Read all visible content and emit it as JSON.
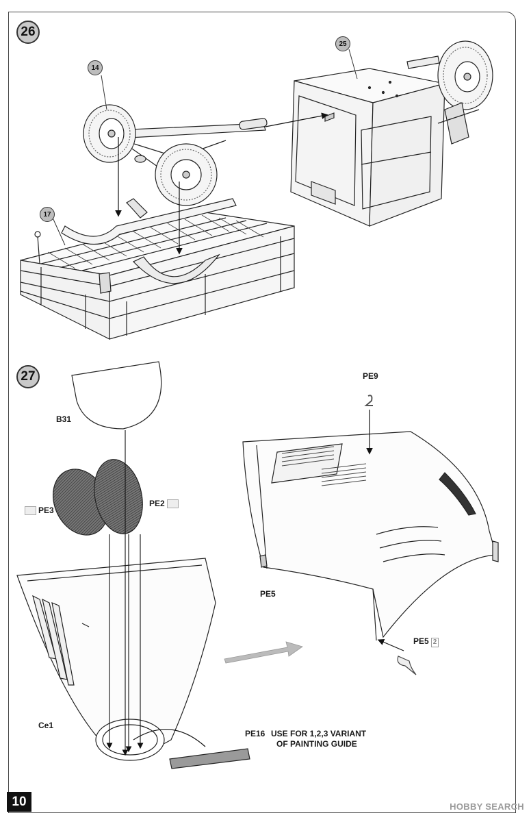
{
  "steps": [
    {
      "number": "26",
      "parts": [
        "14",
        "25",
        "17"
      ]
    },
    {
      "number": "27"
    }
  ],
  "labels": {
    "b31": "B31",
    "pe3": "PE3",
    "pe2": "PE2",
    "pe9": "PE9",
    "pe5_left": "PE5",
    "pe5_right": "PE5",
    "pe5_qty": "2",
    "ce1": "Ce1",
    "pe16": "PE16"
  },
  "note": {
    "line1": "USE FOR 1,2,3 VARIANT",
    "line2": "OF PAINTING GUIDE"
  },
  "page_number": "10",
  "watermark": "HOBBY SEARCH"
}
